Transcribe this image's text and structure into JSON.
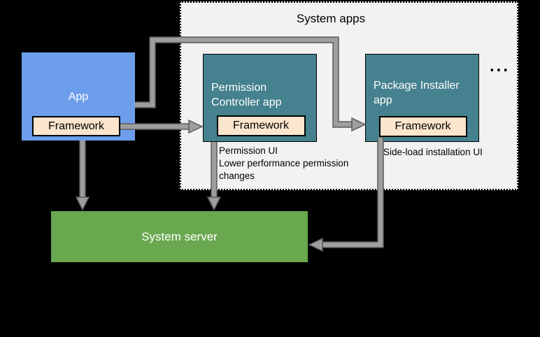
{
  "diagram": {
    "group_title": "System apps",
    "app": {
      "label": "App",
      "framework": "Framework"
    },
    "permission_controller": {
      "label": "Permission Controller app",
      "framework": "Framework"
    },
    "package_installer": {
      "label": "Package Installer app",
      "framework": "Framework"
    },
    "system_server": {
      "label": "System server"
    },
    "notes": {
      "permission_controller": "Permission UI\nLower performance permission changes",
      "package_installer": "Side-load installation UI"
    },
    "ellipsis": "...",
    "colors": {
      "background": "#000000",
      "group_fill": "#f2f2f2",
      "app_fill": "#6d9eeb",
      "system_app_fill": "#45818e",
      "framework_fill": "#fce5cd",
      "system_server_fill": "#6aa84f",
      "arrow_fill": "#9e9e9e",
      "arrow_outline": "#5b5b5b"
    }
  }
}
